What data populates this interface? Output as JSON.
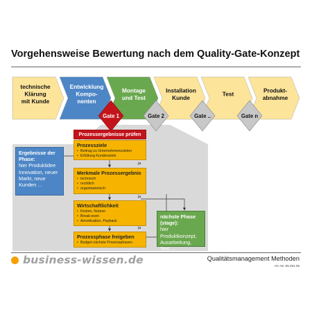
{
  "title": "Vorgehensweise Bewertung nach dem Quality-Gate-Konzept",
  "phases": [
    {
      "label": [
        "technische",
        "Klärung",
        "mit Kunde"
      ],
      "color": "#fce49b"
    },
    {
      "label": [
        "Entwicklung",
        "Kompo-",
        "nenten"
      ],
      "color": "#4d86c6"
    },
    {
      "label": [
        "Montage",
        "und Test"
      ],
      "color": "#6aa84f"
    },
    {
      "label": [
        "Installation",
        "Kunde"
      ],
      "color": "#fce49b"
    },
    {
      "label": [
        "Test"
      ],
      "color": "#fce49b"
    },
    {
      "label": [
        "Produkt-",
        "abnahme"
      ],
      "color": "#fce49b"
    }
  ],
  "gates": [
    {
      "label": "Gate 1",
      "color": "#c4141b",
      "active": true
    },
    {
      "label": "Gate 2",
      "color": "#c8c8c8",
      "active": false
    },
    {
      "label": "Gate ..",
      "color": "#c8c8c8",
      "active": false
    },
    {
      "label": "Gate n",
      "color": "#c8c8c8",
      "active": false
    }
  ],
  "input_box": {
    "heading": "Ergebnisse der Phase:",
    "text": "hier Produktidee Innovation, neuer Markt, neue Kunden …"
  },
  "process": {
    "header": "Prozessergebnisse prüfen",
    "steps": [
      {
        "title": "Prozessziele",
        "bullets": [
          "Beitrag zu Unternehmenszielen",
          "Erfüllung Kundenziele"
        ]
      },
      {
        "title": "Merkmale Prozessergebnis",
        "bullets": [
          "technisch",
          "rechtlich",
          "organisatorisch"
        ]
      },
      {
        "title": "Wirtschaftlichkeit",
        "bullets": [
          "Kosten, Nutzen",
          "Break-even",
          "Amortisation, Payback"
        ]
      },
      {
        "title": "Prozessphase freigeben",
        "bullets": [
          "Budget nächste Prozessphasen"
        ]
      }
    ],
    "ja_label": "ja"
  },
  "output_box": {
    "heading": "nächste Phase (stage):",
    "text": "hier Produktkonzept, Ausarbeitung, Test …"
  },
  "footer": {
    "logo": "business-wissen.de",
    "title": "Qualitätsmanagement Methoden",
    "article": "Art.-Nr. 99.281.05"
  },
  "colors": {
    "yellow_light": "#fce49b",
    "blue": "#4d86c6",
    "green": "#6aa84f",
    "red": "#c4141b",
    "orange": "#f6b400",
    "grey_panel": "#d9d9d9"
  }
}
